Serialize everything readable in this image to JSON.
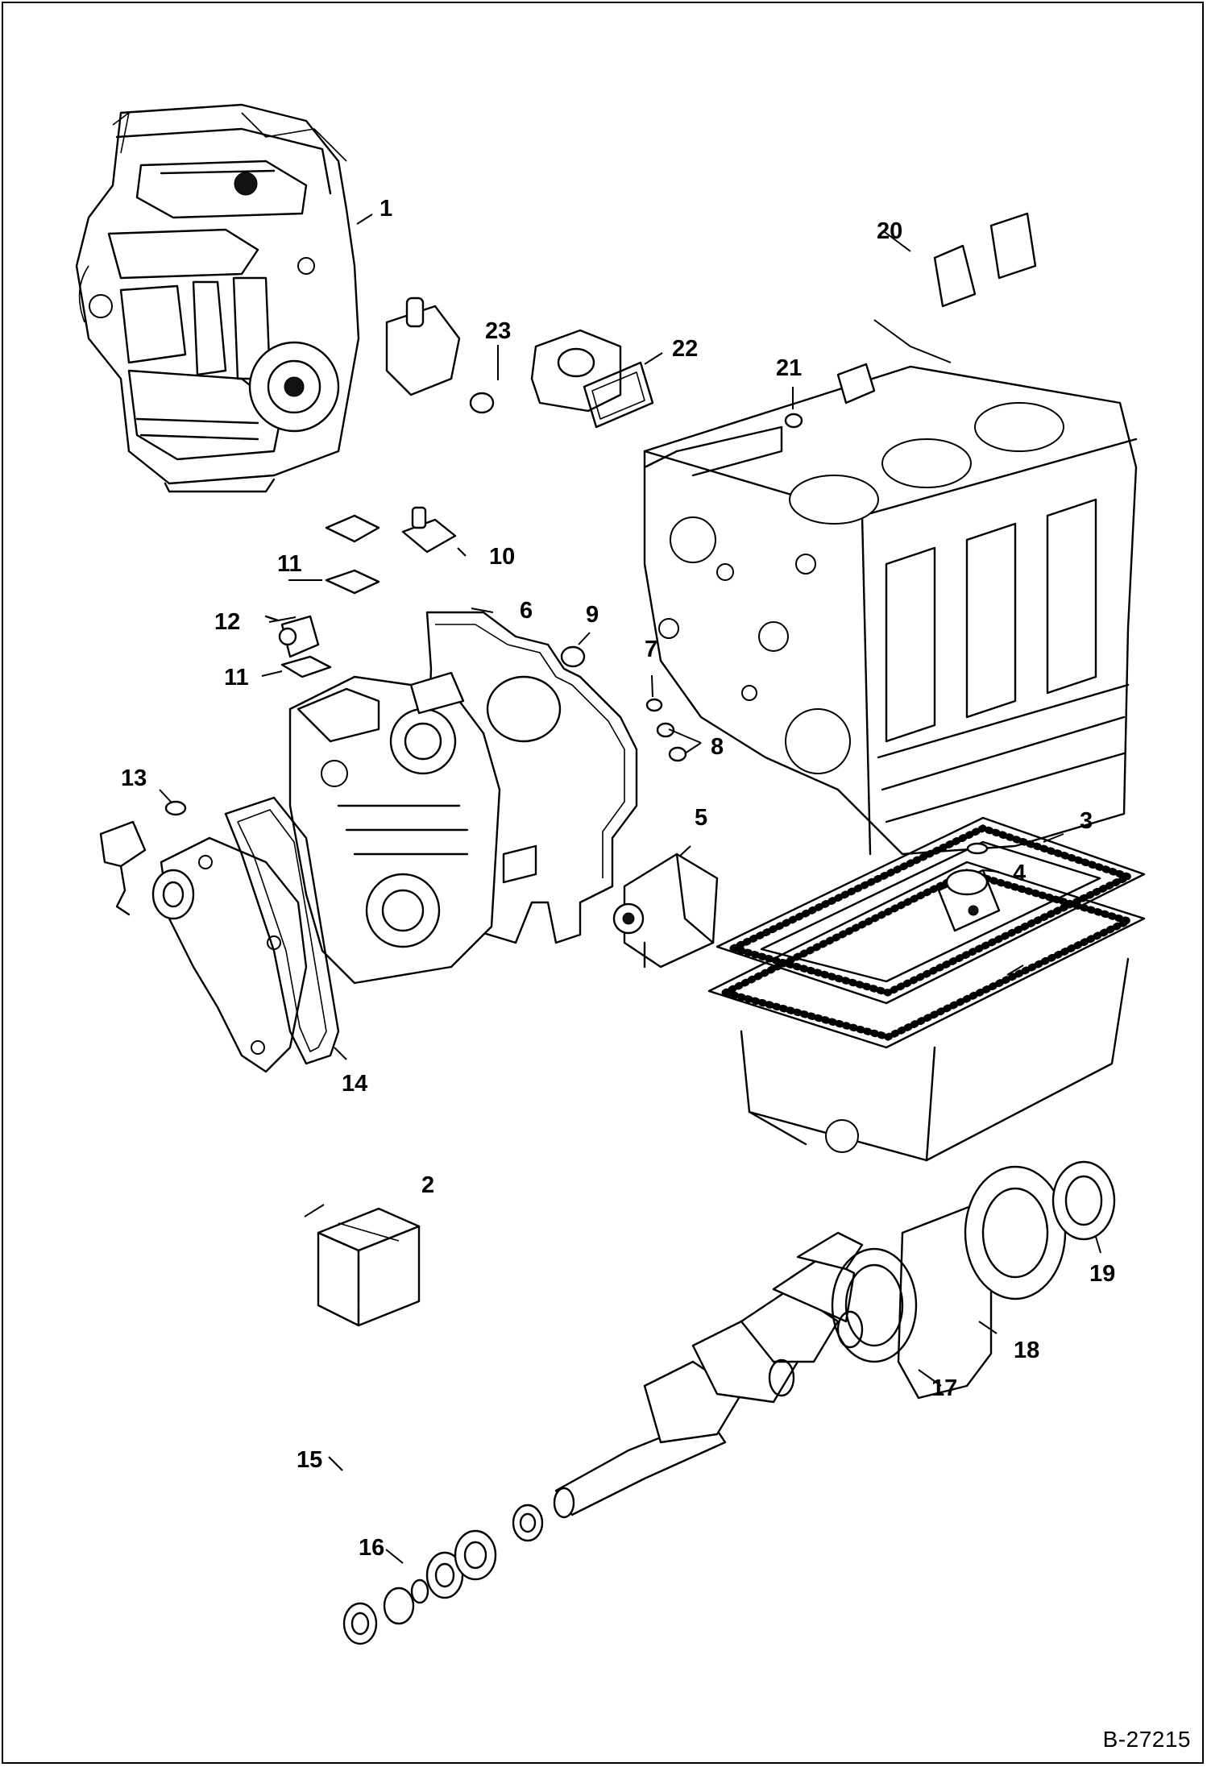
{
  "figure_ref": "B-27215",
  "callouts": [
    "1",
    "2",
    "3",
    "4",
    "5",
    "6",
    "7",
    "8",
    "9",
    "10",
    "11",
    "11",
    "12",
    "13",
    "14",
    "15",
    "16",
    "17",
    "18",
    "19",
    "20",
    "21",
    "22",
    "23"
  ],
  "parts": [
    {
      "id": "engine-assembly"
    },
    {
      "id": "gasket-kit-box"
    },
    {
      "id": "oil-pan-gasket"
    },
    {
      "id": "o-ring-oil-pickup"
    },
    {
      "id": "hydraulic-pump"
    },
    {
      "id": "gear-case-gasket"
    },
    {
      "id": "o-ring-small"
    },
    {
      "id": "o-rings-pair"
    },
    {
      "id": "o-ring-large"
    },
    {
      "id": "cover-plate"
    },
    {
      "id": "gasket-cover"
    },
    {
      "id": "speed-sensor"
    },
    {
      "id": "o-ring-sensor"
    },
    {
      "id": "water-pump-gasket"
    },
    {
      "id": "front-crank-seal"
    },
    {
      "id": "crank-o-ring"
    },
    {
      "id": "bearing-case-gasket"
    },
    {
      "id": "bearing-case"
    },
    {
      "id": "rear-crank-seal"
    },
    {
      "id": "flywheel-housing-gasket"
    },
    {
      "id": "plug-washer"
    },
    {
      "id": "thermostat-gasket"
    },
    {
      "id": "thermostat-housing-gasket"
    }
  ]
}
